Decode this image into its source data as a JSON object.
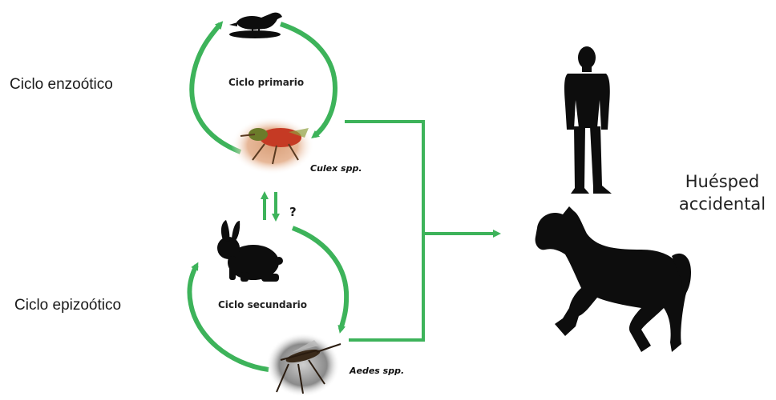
{
  "labels": {
    "enzootic": "Ciclo enzoótico",
    "epizootic": "Ciclo epizoótico",
    "primary": "Ciclo primario",
    "secondary": "Ciclo secundario",
    "culex": "Culex spp.",
    "aedes": "Aedes spp.",
    "question": "?",
    "host_line1": "Huésped",
    "host_line2": "accidental"
  },
  "colors": {
    "arrow": "#3db35a",
    "silhouette": "#0d0d0d"
  },
  "icons": [
    "bird-icon",
    "culex-mosquito-icon",
    "rabbit-icon",
    "aedes-mosquito-icon",
    "human-icon",
    "horse-icon"
  ]
}
